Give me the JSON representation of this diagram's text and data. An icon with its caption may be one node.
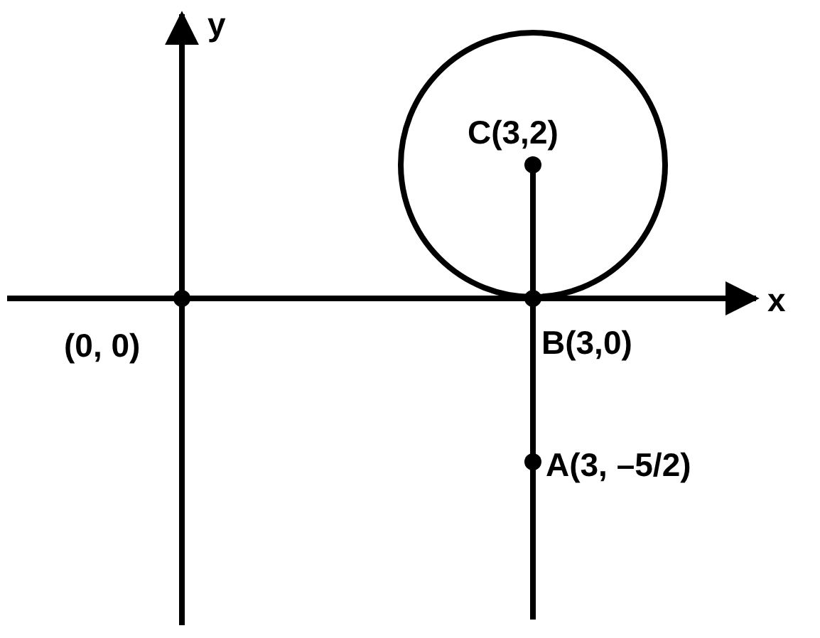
{
  "diagram": {
    "labels": [
      "y",
      "C(3,2)",
      "x",
      "(0, 0)",
      "B(3,0)",
      "A(3, –5/2)"
    ]
  }
}
